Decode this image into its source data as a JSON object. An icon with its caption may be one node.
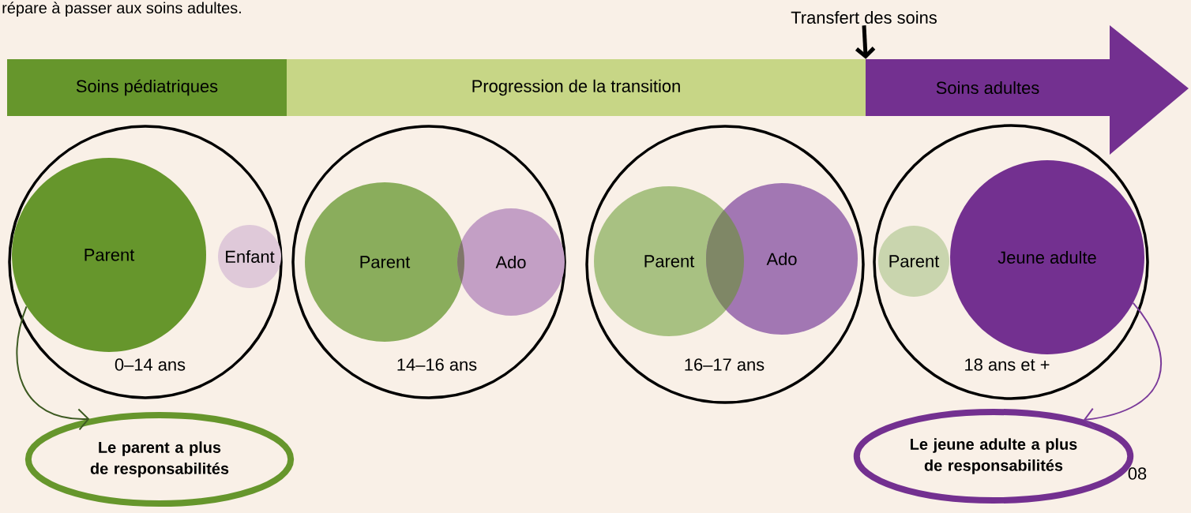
{
  "diagram": {
    "nodes": [
      {
        "text": [
          "Soins pédiatriques"
        ]
      },
      {
        "text": [
          "Progression de la transition"
        ]
      },
      {
        "text": [
          "Soins adultes"
        ]
      },
      {
        "text": [
          "0–14 ans"
        ]
      },
      {
        "text": [
          "Parent"
        ],
        "in": 3
      },
      {
        "text": [
          "Enfant"
        ],
        "in": 3
      },
      {
        "text": [
          "14–16 ans"
        ]
      },
      {
        "text": [
          "Parent"
        ],
        "in": 6
      },
      {
        "text": [
          "Ado"
        ],
        "in": 6
      },
      {
        "text": [
          "16–17 ans"
        ]
      },
      {
        "text": [
          "Parent"
        ],
        "in": 9
      },
      {
        "text": [
          "Ado"
        ],
        "in": 9
      },
      {
        "text": [
          "18 ans et +"
        ]
      },
      {
        "text": [
          "Parent"
        ],
        "in": 12
      },
      {
        "text": [
          "Jeune adulte"
        ],
        "in": 12
      },
      {
        "text": [
          "Le parent a plus de responsabilités"
        ]
      },
      {
        "text": [
          "Le jeune adulte a plus de responsabilités"
        ]
      },
      {
        "text": [
          "Transfert des soins"
        ]
      }
    ],
    "edges": [
      {
        "from": 4,
        "to": 15,
        "arrow": "to",
        "color": "#3d5a22"
      },
      {
        "from": 14,
        "to": 16,
        "arrow": "to",
        "color": "#7b3b9a"
      },
      {
        "from": 17,
        "to": 1,
        "arrow": "to",
        "style": "thick"
      }
    ],
    "labels": [
      "répare à passer aux soins adultes.",
      "08"
    ]
  }
}
